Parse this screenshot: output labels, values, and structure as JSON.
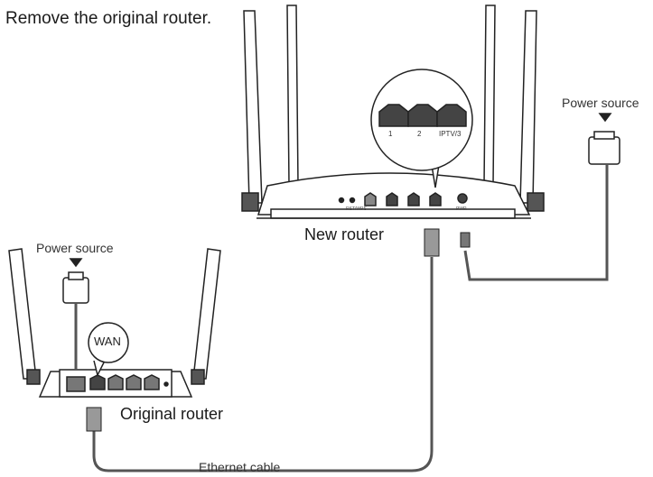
{
  "instruction": "Remove the original router.",
  "new_router": {
    "label": "New router",
    "zoom_ports": [
      "1",
      "2",
      "IPTV/3"
    ]
  },
  "original_router": {
    "label": "Original router",
    "wan_callout": "WAN"
  },
  "power_source_right": "Power source",
  "power_source_left": "Power source",
  "ethernet_cable": "Ethernet cable"
}
